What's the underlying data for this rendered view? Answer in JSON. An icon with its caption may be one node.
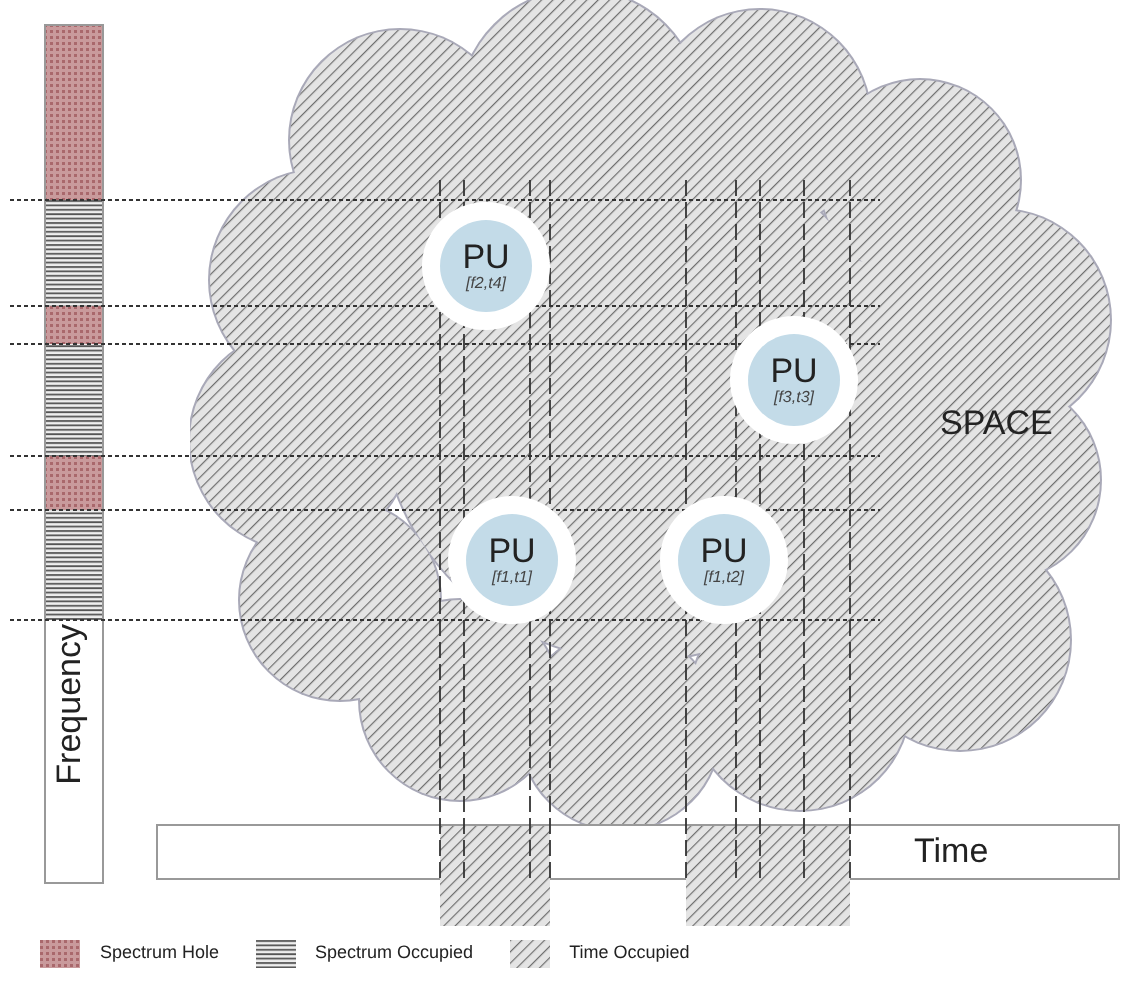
{
  "diagram": {
    "nodes": [
      {
        "text": [
          "SPACE"
        ]
      },
      {
        "text": [
          "PU",
          "[f2,t4]"
        ],
        "in": 0
      },
      {
        "text": [
          "PU",
          "[f3,t3]"
        ],
        "in": 0
      },
      {
        "text": [
          "PU",
          "[f1,t1]"
        ],
        "in": 0
      },
      {
        "text": [
          "PU",
          "[f1,t2]"
        ],
        "in": 0
      },
      {
        "text": [
          "Frequency"
        ]
      },
      {
        "text": [
          "Time"
        ]
      }
    ],
    "legend": [
      {
        "text": "Spectrum Hole"
      },
      {
        "text": "Spectrum Occupied"
      },
      {
        "text": "Time Occupied"
      }
    ]
  }
}
